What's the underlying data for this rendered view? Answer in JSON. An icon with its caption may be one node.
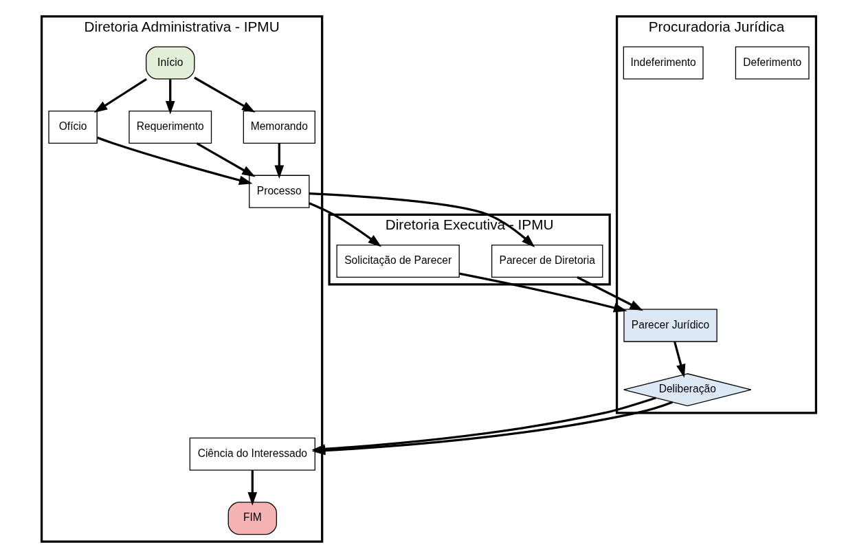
{
  "diagram": {
    "nodes": [
      {
        "text": [
          "Diretoria Administrativa - IPMU"
        ]
      },
      {
        "text": [
          "Diretoria Executiva - IPMU"
        ]
      },
      {
        "text": [
          "Procuradoria Jurídica"
        ]
      },
      {
        "text": [
          "Início"
        ],
        "in": 0
      },
      {
        "text": [
          "Ofício"
        ],
        "in": 0
      },
      {
        "text": [
          "Requerimento"
        ],
        "in": 0
      },
      {
        "text": [
          "Memorando"
        ],
        "in": 0
      },
      {
        "text": [
          "Processo"
        ],
        "in": 0
      },
      {
        "text": [
          "Ciência do Interessado"
        ],
        "in": 0
      },
      {
        "text": [
          "FIM"
        ],
        "in": 0
      },
      {
        "text": [
          "Parecer de Diretoria"
        ],
        "in": 1
      },
      {
        "text": [
          "Solicitação de Parecer"
        ],
        "in": 1
      },
      {
        "text": [
          "Parecer Jurídico"
        ],
        "in": 2
      },
      {
        "text": [
          "Deliberação"
        ],
        "in": 2
      },
      {
        "text": [
          "Deferimento"
        ],
        "in": 2
      },
      {
        "text": [
          "Indeferimento"
        ],
        "in": 2
      }
    ],
    "edges": [
      {
        "from": 3,
        "to": 4,
        "arrow": "to"
      },
      {
        "from": 3,
        "to": 5,
        "arrow": "to"
      },
      {
        "from": 3,
        "to": 6,
        "arrow": "to"
      },
      {
        "from": 4,
        "to": 7,
        "arrow": "to"
      },
      {
        "from": 5,
        "to": 7,
        "arrow": "to"
      },
      {
        "from": 6,
        "to": 7,
        "arrow": "to"
      },
      {
        "from": 7,
        "to": 10,
        "arrow": "to"
      },
      {
        "from": 7,
        "to": 11,
        "arrow": "to"
      },
      {
        "from": 10,
        "to": 12,
        "arrow": "to"
      },
      {
        "from": 11,
        "to": 12,
        "arrow": "to"
      },
      {
        "from": 12,
        "to": 13,
        "arrow": "to"
      },
      {
        "from": 13,
        "to": 8,
        "arrow": "to"
      },
      {
        "from": 13,
        "to": 8,
        "arrow": "to"
      },
      {
        "from": 8,
        "to": 9,
        "arrow": "to"
      }
    ]
  }
}
